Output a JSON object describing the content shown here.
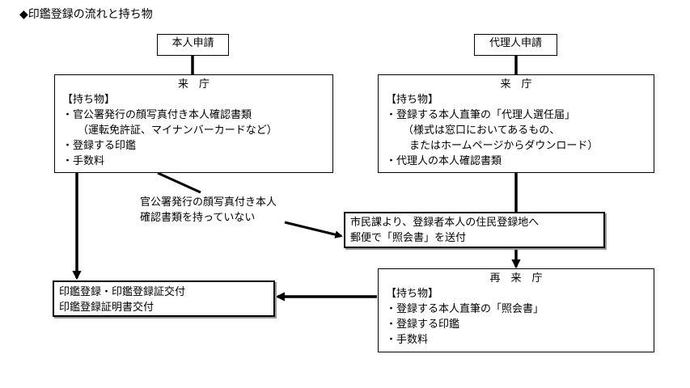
{
  "title": "◆印鑑登録の流れと持ち物",
  "left": {
    "header": "本人申請",
    "visit_title": "来　庁",
    "items_heading": "【持ち物】",
    "lines": [
      "・官公署発行の顔写真付き本人確認書類",
      "（運転免許証、マイナンバーカードなど）",
      "・登録する印鑑",
      "・手数料"
    ]
  },
  "right": {
    "header": "代理人申請",
    "visit_title": "来　庁",
    "items_heading": "【持ち物】",
    "lines": [
      "・登録する本人直筆の「代理人選任届」",
      "（様式は窓口においてあるもの、",
      "またはホームページからダウンロード）",
      "・代理人の本人確認書類"
    ]
  },
  "branch_note": {
    "lines": [
      "官公署発行の顔写真付き本人",
      "確認書類を持っていない"
    ]
  },
  "mail_box": {
    "lines": [
      "市民課より、登録者本人の住民登録地へ",
      "郵便で「照会書」を送付"
    ]
  },
  "revisit": {
    "title": "再　来　庁",
    "items_heading": "【持ち物】",
    "lines": [
      "・登録する本人直筆の「照会書」",
      "・登録する印鑑",
      "・手数料"
    ]
  },
  "result": {
    "lines": [
      "印鑑登録・印鑑登録証交付",
      "印鑑登録証明書交付"
    ]
  }
}
